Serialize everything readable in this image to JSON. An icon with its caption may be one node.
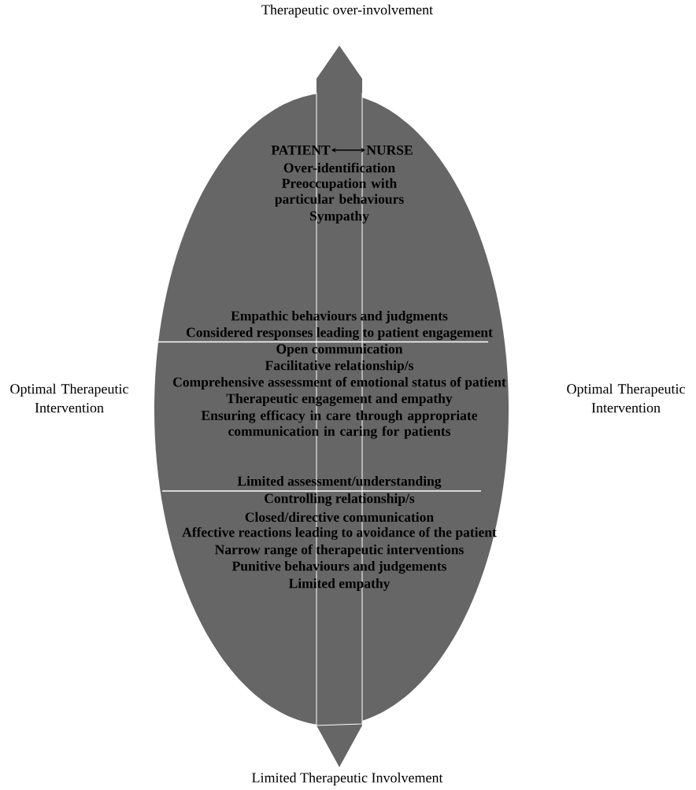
{
  "diagram": {
    "nodes": [
      {
        "text": [
          "Over-identification",
          "Preoccupation with particular behaviours",
          "Sympathy",
          "Empathic behaviours and judgments",
          "Considered responses leading to patient engagement",
          "Open communication",
          "Facilitative relationship/s",
          "Comprehensive assessment of emotional status of patient",
          "Therapeutic engagement and empathy",
          "Ensuring efficacy in care through appropriate communication in caring for patients",
          "Limited assessment/understanding",
          "Controlling relationship/s",
          "Closed/directive communication",
          "Affective reactions leading to avoidance of the patient",
          "Narrow range of therapeutic interventions",
          "Punitive behaviours and judgements",
          "Limited empathy"
        ]
      },
      {
        "text": [
          "PATIENT"
        ],
        "in": 0
      },
      {
        "text": [
          "NURSE"
        ],
        "in": 0
      }
    ],
    "edges": [
      {
        "from": 1,
        "to": 2,
        "arrow": "both"
      }
    ],
    "labels": [
      "Therapeutic over-involvement",
      "Optimal Therapeutic Intervention",
      "Optimal Therapeutic Intervention",
      "Limited Therapeutic Involvement"
    ]
  }
}
